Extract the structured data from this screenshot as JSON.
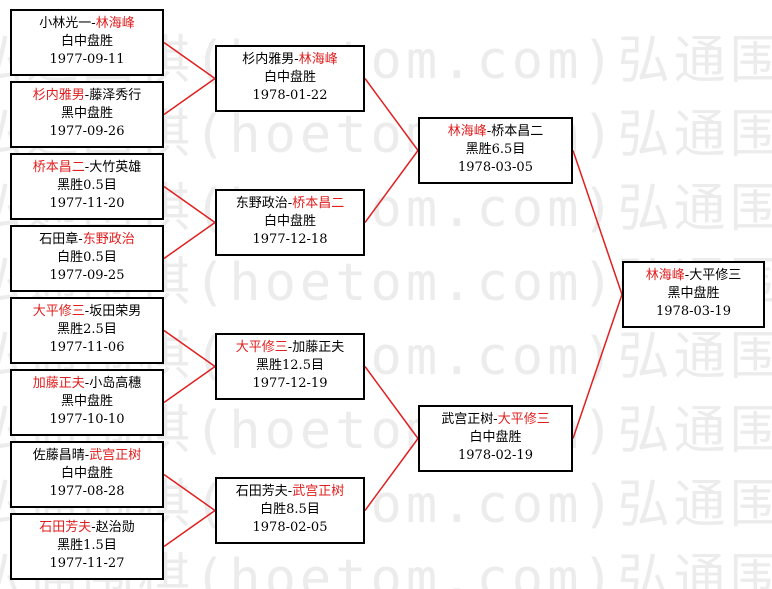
{
  "watermark_text": "弘通围棋(hoetom.com)弘通围棋(hoetom.com)",
  "line_color": "#e02020",
  "winner_color": "#e02020",
  "matches": [
    {
      "id": "r1m1",
      "left": "小林光一",
      "right": "林海峰",
      "winner": "right",
      "result": "白中盘胜",
      "date": "1977-09-11"
    },
    {
      "id": "r1m2",
      "left": "杉内雅男",
      "right": "藤泽秀行",
      "winner": "left",
      "result": "黑中盘胜",
      "date": "1977-09-26"
    },
    {
      "id": "r1m3",
      "left": "桥本昌二",
      "right": "大竹英雄",
      "winner": "left",
      "result": "黑胜0.5目",
      "date": "1977-11-20"
    },
    {
      "id": "r1m4",
      "left": "石田章",
      "right": "东野政治",
      "winner": "right",
      "result": "白胜0.5目",
      "date": "1977-09-25"
    },
    {
      "id": "r1m5",
      "left": "大平修三",
      "right": "坂田荣男",
      "winner": "left",
      "result": "黑胜2.5目",
      "date": "1977-11-06"
    },
    {
      "id": "r1m6",
      "left": "加藤正夫",
      "right": "小岛高穗",
      "winner": "left",
      "result": "黑中盘胜",
      "date": "1977-10-10"
    },
    {
      "id": "r1m7",
      "left": "佐藤昌晴",
      "right": "武宫正树",
      "winner": "right",
      "result": "白中盘胜",
      "date": "1977-08-28"
    },
    {
      "id": "r1m8",
      "left": "石田芳夫",
      "right": "赵治勋",
      "winner": "left",
      "result": "黑胜1.5目",
      "date": "1977-11-27"
    },
    {
      "id": "r2m1",
      "left": "杉内雅男",
      "right": "林海峰",
      "winner": "right",
      "result": "白中盘胜",
      "date": "1978-01-22"
    },
    {
      "id": "r2m2",
      "left": "东野政治",
      "right": "桥本昌二",
      "winner": "right",
      "result": "白中盘胜",
      "date": "1977-12-18"
    },
    {
      "id": "r2m3",
      "left": "大平修三",
      "right": "加藤正夫",
      "winner": "left",
      "result": "黑胜12.5目",
      "date": "1977-12-19"
    },
    {
      "id": "r2m4",
      "left": "石田芳夫",
      "right": "武宫正树",
      "winner": "right",
      "result": "白胜8.5目",
      "date": "1978-02-05"
    },
    {
      "id": "r3m1",
      "left": "林海峰",
      "right": "桥本昌二",
      "winner": "left",
      "result": "黑胜6.5目",
      "date": "1978-03-05"
    },
    {
      "id": "r3m2",
      "left": "武宫正树",
      "right": "大平修三",
      "winner": "right",
      "result": "白中盘胜",
      "date": "1978-02-19"
    },
    {
      "id": "final",
      "left": "林海峰",
      "right": "大平修三",
      "winner": "left",
      "result": "黑中盘胜",
      "date": "1978-03-19"
    }
  ]
}
